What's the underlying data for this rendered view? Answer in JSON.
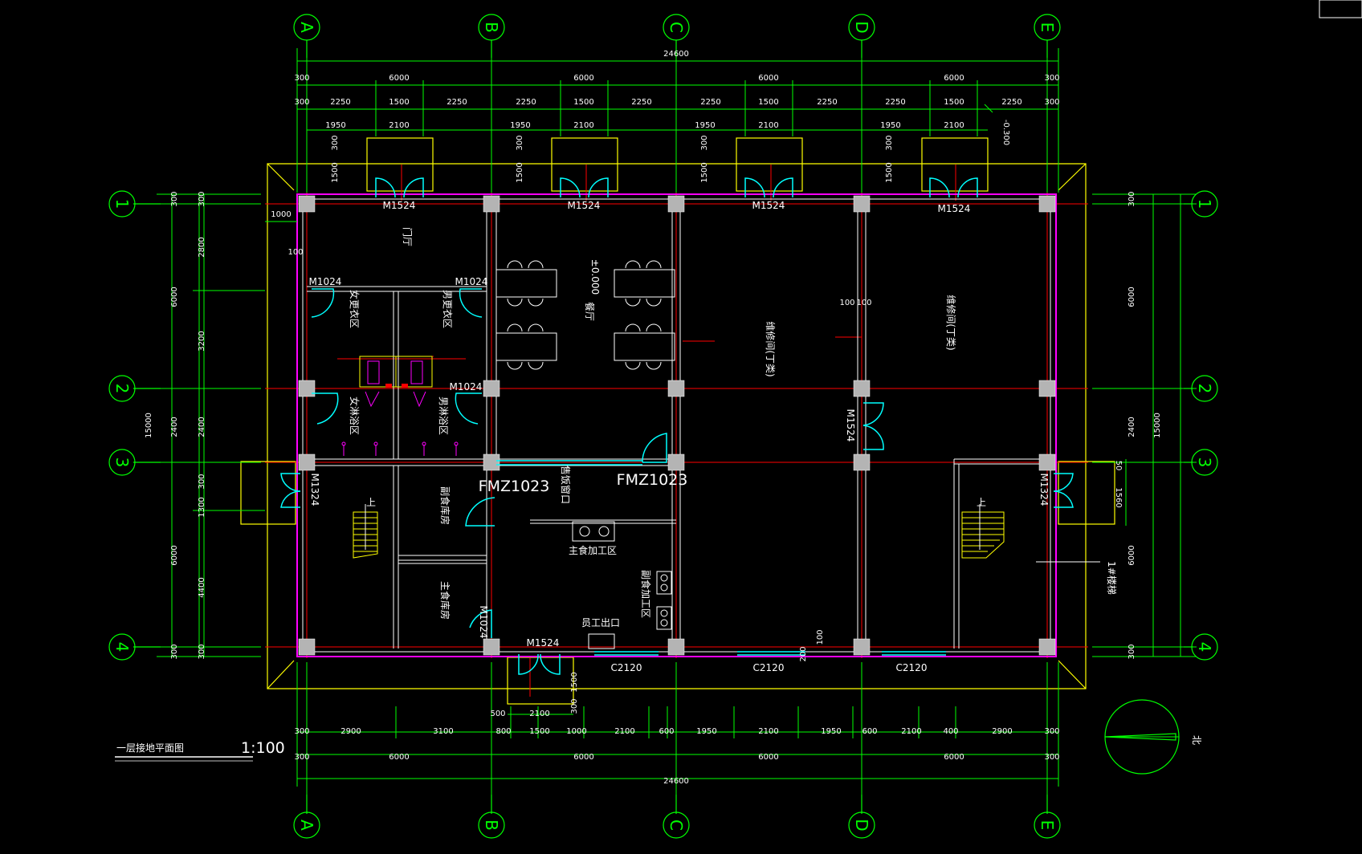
{
  "drawing": {
    "title": "一层接地平面图",
    "scale": "1:100",
    "north_label": "北"
  },
  "colors": {
    "background": "#000000",
    "axis": "#ff0000",
    "column": "#b4b4b4",
    "dimension": "#00ff00",
    "wall_outer": "#ff00ff",
    "outline": "#ffff00",
    "door": "#00ffff",
    "text": "#ffffff"
  },
  "axes": {
    "x": [
      "A",
      "B",
      "C",
      "D",
      "E"
    ],
    "y": [
      "1",
      "2",
      "3",
      "4"
    ]
  },
  "dims": {
    "total": "24600",
    "bays": [
      "6000",
      "6000",
      "6000",
      "6000"
    ],
    "edge": "300",
    "top_row2": [
      "2250",
      "1500",
      "2250"
    ],
    "top_row3": [
      "1950",
      "2100"
    ],
    "bottom_row1": [
      "2900",
      "3100",
      "800",
      "1500",
      "1000",
      "2100",
      "600",
      "1950",
      "2100",
      "1950",
      "600",
      "2100",
      "400",
      "2900"
    ],
    "bottom_500": "500",
    "bottom_2100": "2100",
    "left": {
      "total": "15000",
      "d12": "6000",
      "d23": "2400",
      "d34": "6000",
      "seg_2800": "2800",
      "seg_3200": "3200",
      "seg_1300": "1300",
      "seg_4400": "4400",
      "edge": "300",
      "canopy": "1000",
      "n100": "100"
    },
    "right": {
      "total": "15000",
      "d12": "6000",
      "d23": "2400",
      "d34": "6000",
      "seg_1560": "1560",
      "seg_50": "50",
      "edge": "300"
    },
    "canopy_depth": "1500",
    "level": "-0.300",
    "inner_100a": "100",
    "inner_100b": "100",
    "wall_100": "100",
    "wall_200": "200"
  },
  "doors": {
    "m1524": "M1524",
    "m1024": "M1024",
    "m1324": "M1324",
    "fmz": "FMZ1023",
    "c2120": "C2120"
  },
  "rooms": {
    "lobby": "门厅",
    "level_mark": "±0.000",
    "dining": "餐厅",
    "female_change": "女更衣区",
    "male_change": "男更衣区",
    "female_shower": "女淋浴区",
    "male_shower": "男淋浴区",
    "sub_food_store": "副食库房",
    "staple_store": "主食库房",
    "serving_window": "售饭窗口",
    "staple_process": "主食加工区",
    "sub_process": "副食加工区",
    "staff_entry": "员工出口",
    "workshop_a": "维修间(丁类)",
    "workshop_b": "维修间(丁类)",
    "stair_up_left": "上",
    "stair_up_right": "上",
    "stair_note": "1#楼梯"
  }
}
